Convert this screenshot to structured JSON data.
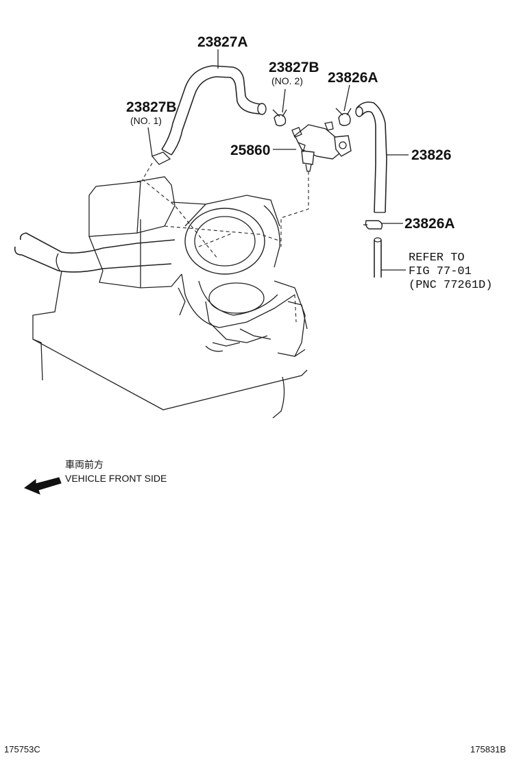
{
  "labels": {
    "hose_upper": "23827A",
    "clamp_no1": "23827B",
    "clamp_no1_sub": "(NO. 1)",
    "clamp_no2": "23827B",
    "clamp_no2_sub": "(NO. 2)",
    "clamp_upper_right": "23826A",
    "valve": "25860",
    "hose_right": "23826",
    "clamp_lower_right": "23826A"
  },
  "refer": {
    "line1": "REFER TO",
    "line2": "FIG 77-01",
    "line3": "(PNC 77261D)"
  },
  "direction": {
    "japanese": "車両前方",
    "english": "VEHICLE FRONT SIDE"
  },
  "footer": {
    "left_code": "175753C",
    "right_code": "175831B"
  }
}
